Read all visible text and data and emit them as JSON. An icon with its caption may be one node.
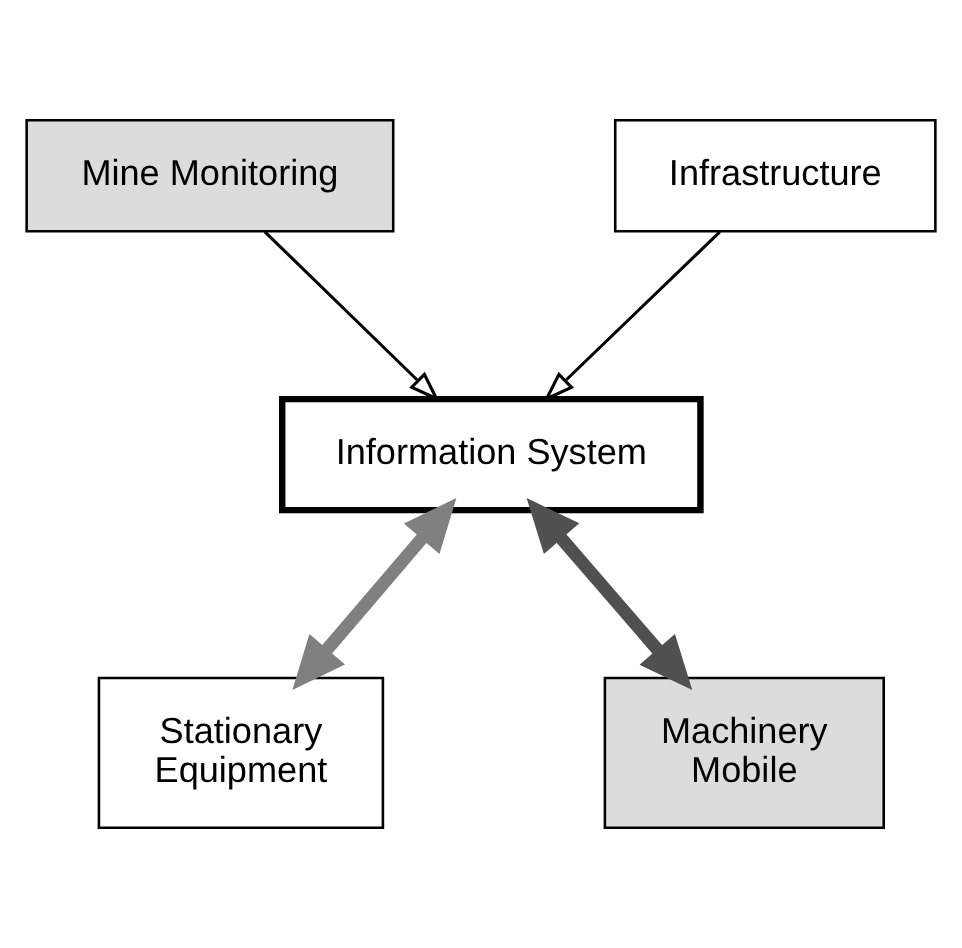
{
  "diagram": {
    "nodes": [
      {
        "text": [
          "Mine Monitoring"
        ]
      },
      {
        "text": [
          "Infrastructure"
        ]
      },
      {
        "text": [
          "Information System"
        ]
      },
      {
        "text": [
          "Stationary",
          "Equipment"
        ]
      },
      {
        "text": [
          "Machinery",
          "Mobile"
        ]
      }
    ],
    "edges": [
      {
        "from": 0,
        "to": 2,
        "arrow": "to"
      },
      {
        "from": 1,
        "to": 2,
        "arrow": "to"
      },
      {
        "from": 2,
        "to": 3,
        "arrow": "both",
        "style": "thick",
        "color": "#808080"
      },
      {
        "from": 2,
        "to": 4,
        "arrow": "both",
        "style": "thick",
        "color": "#505050"
      }
    ]
  }
}
